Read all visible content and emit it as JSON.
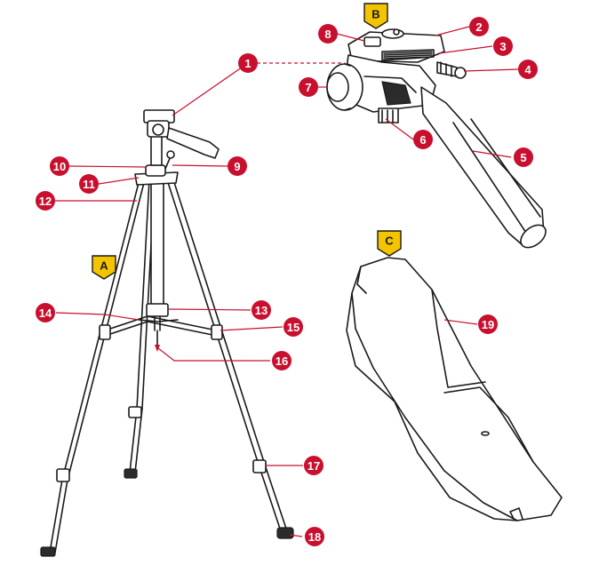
{
  "sections": [
    {
      "id": "A",
      "label": "A"
    },
    {
      "id": "B",
      "label": "B"
    },
    {
      "id": "C",
      "label": "C"
    }
  ],
  "callouts": [
    "1",
    "2",
    "3",
    "4",
    "5",
    "6",
    "7",
    "8",
    "9",
    "10",
    "11",
    "12",
    "13",
    "14",
    "15",
    "16",
    "17",
    "18",
    "19"
  ],
  "colors": {
    "callout": "#c8102e",
    "section_tag": "#f5c400",
    "line_art": "#1a1a1a"
  }
}
